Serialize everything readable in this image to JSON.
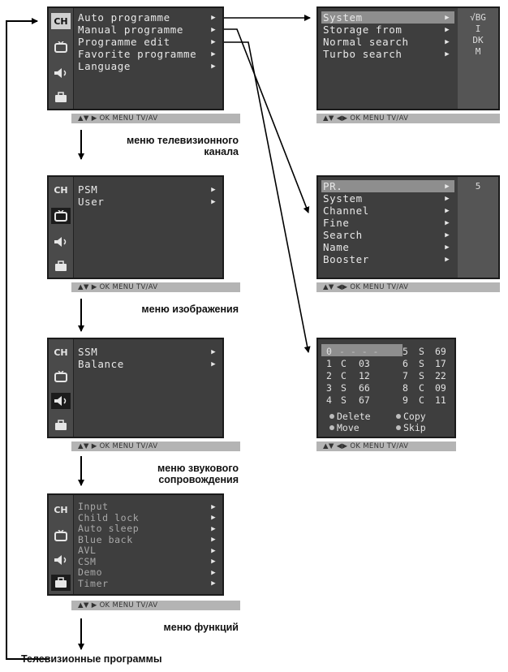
{
  "nav": [
    "▲▼",
    "▶",
    "OK",
    "MENU",
    "TV/AV"
  ],
  "nav_lr": [
    "▲▼",
    "◀▶",
    "OK",
    "MENU",
    "TV/AV"
  ],
  "icons": {
    "ch": "CH",
    "names": [
      "channel-icon",
      "picture-icon",
      "sound-icon",
      "function-icon"
    ]
  },
  "menus": {
    "channel": {
      "items": [
        "Auto programme",
        "Manual programme",
        "Programme edit",
        "Favorite programme",
        "Language"
      ],
      "caption": [
        "меню телевизионного",
        "канала"
      ]
    },
    "picture": {
      "items": [
        "PSM",
        "User"
      ],
      "caption": [
        "меню изображения"
      ]
    },
    "sound": {
      "items": [
        "SSM",
        "Balance"
      ],
      "caption": [
        "меню звукового",
        "сопровождения"
      ]
    },
    "function": {
      "items": [
        "Input",
        "Child lock",
        "Auto sleep",
        "Blue back",
        "AVL",
        "CSM",
        "Demo",
        "Timer"
      ],
      "caption": [
        "меню функций"
      ]
    }
  },
  "auto_programme": {
    "items": [
      "System",
      "Storage from",
      "Normal search",
      "Turbo search"
    ],
    "options": [
      "BG",
      "I",
      "DK",
      "M"
    ],
    "selected_option": "BG",
    "check": "√"
  },
  "manual_programme": {
    "items": [
      "PR.",
      "System",
      "Channel",
      "Fine",
      "Search",
      "Name",
      "Booster"
    ],
    "value": "5"
  },
  "programme_edit": {
    "rows": [
      {
        "num": "0",
        "type": "",
        "ch": "",
        "num2": "5",
        "type2": "S",
        "ch2": "69"
      },
      {
        "num": "1",
        "type": "C",
        "ch": "03",
        "num2": "6",
        "type2": "S",
        "ch2": "17"
      },
      {
        "num": "2",
        "type": "C",
        "ch": "12",
        "num2": "7",
        "type2": "S",
        "ch2": "22"
      },
      {
        "num": "3",
        "type": "S",
        "ch": "66",
        "num2": "8",
        "type2": "C",
        "ch2": "09"
      },
      {
        "num": "4",
        "type": "S",
        "ch": "67",
        "num2": "9",
        "type2": "C",
        "ch2": "11"
      }
    ],
    "empty_marker": "- - - -",
    "legend": [
      "Delete",
      "Copy",
      "Move",
      "Skip"
    ]
  },
  "footer_caption": "Телевизионные программы"
}
